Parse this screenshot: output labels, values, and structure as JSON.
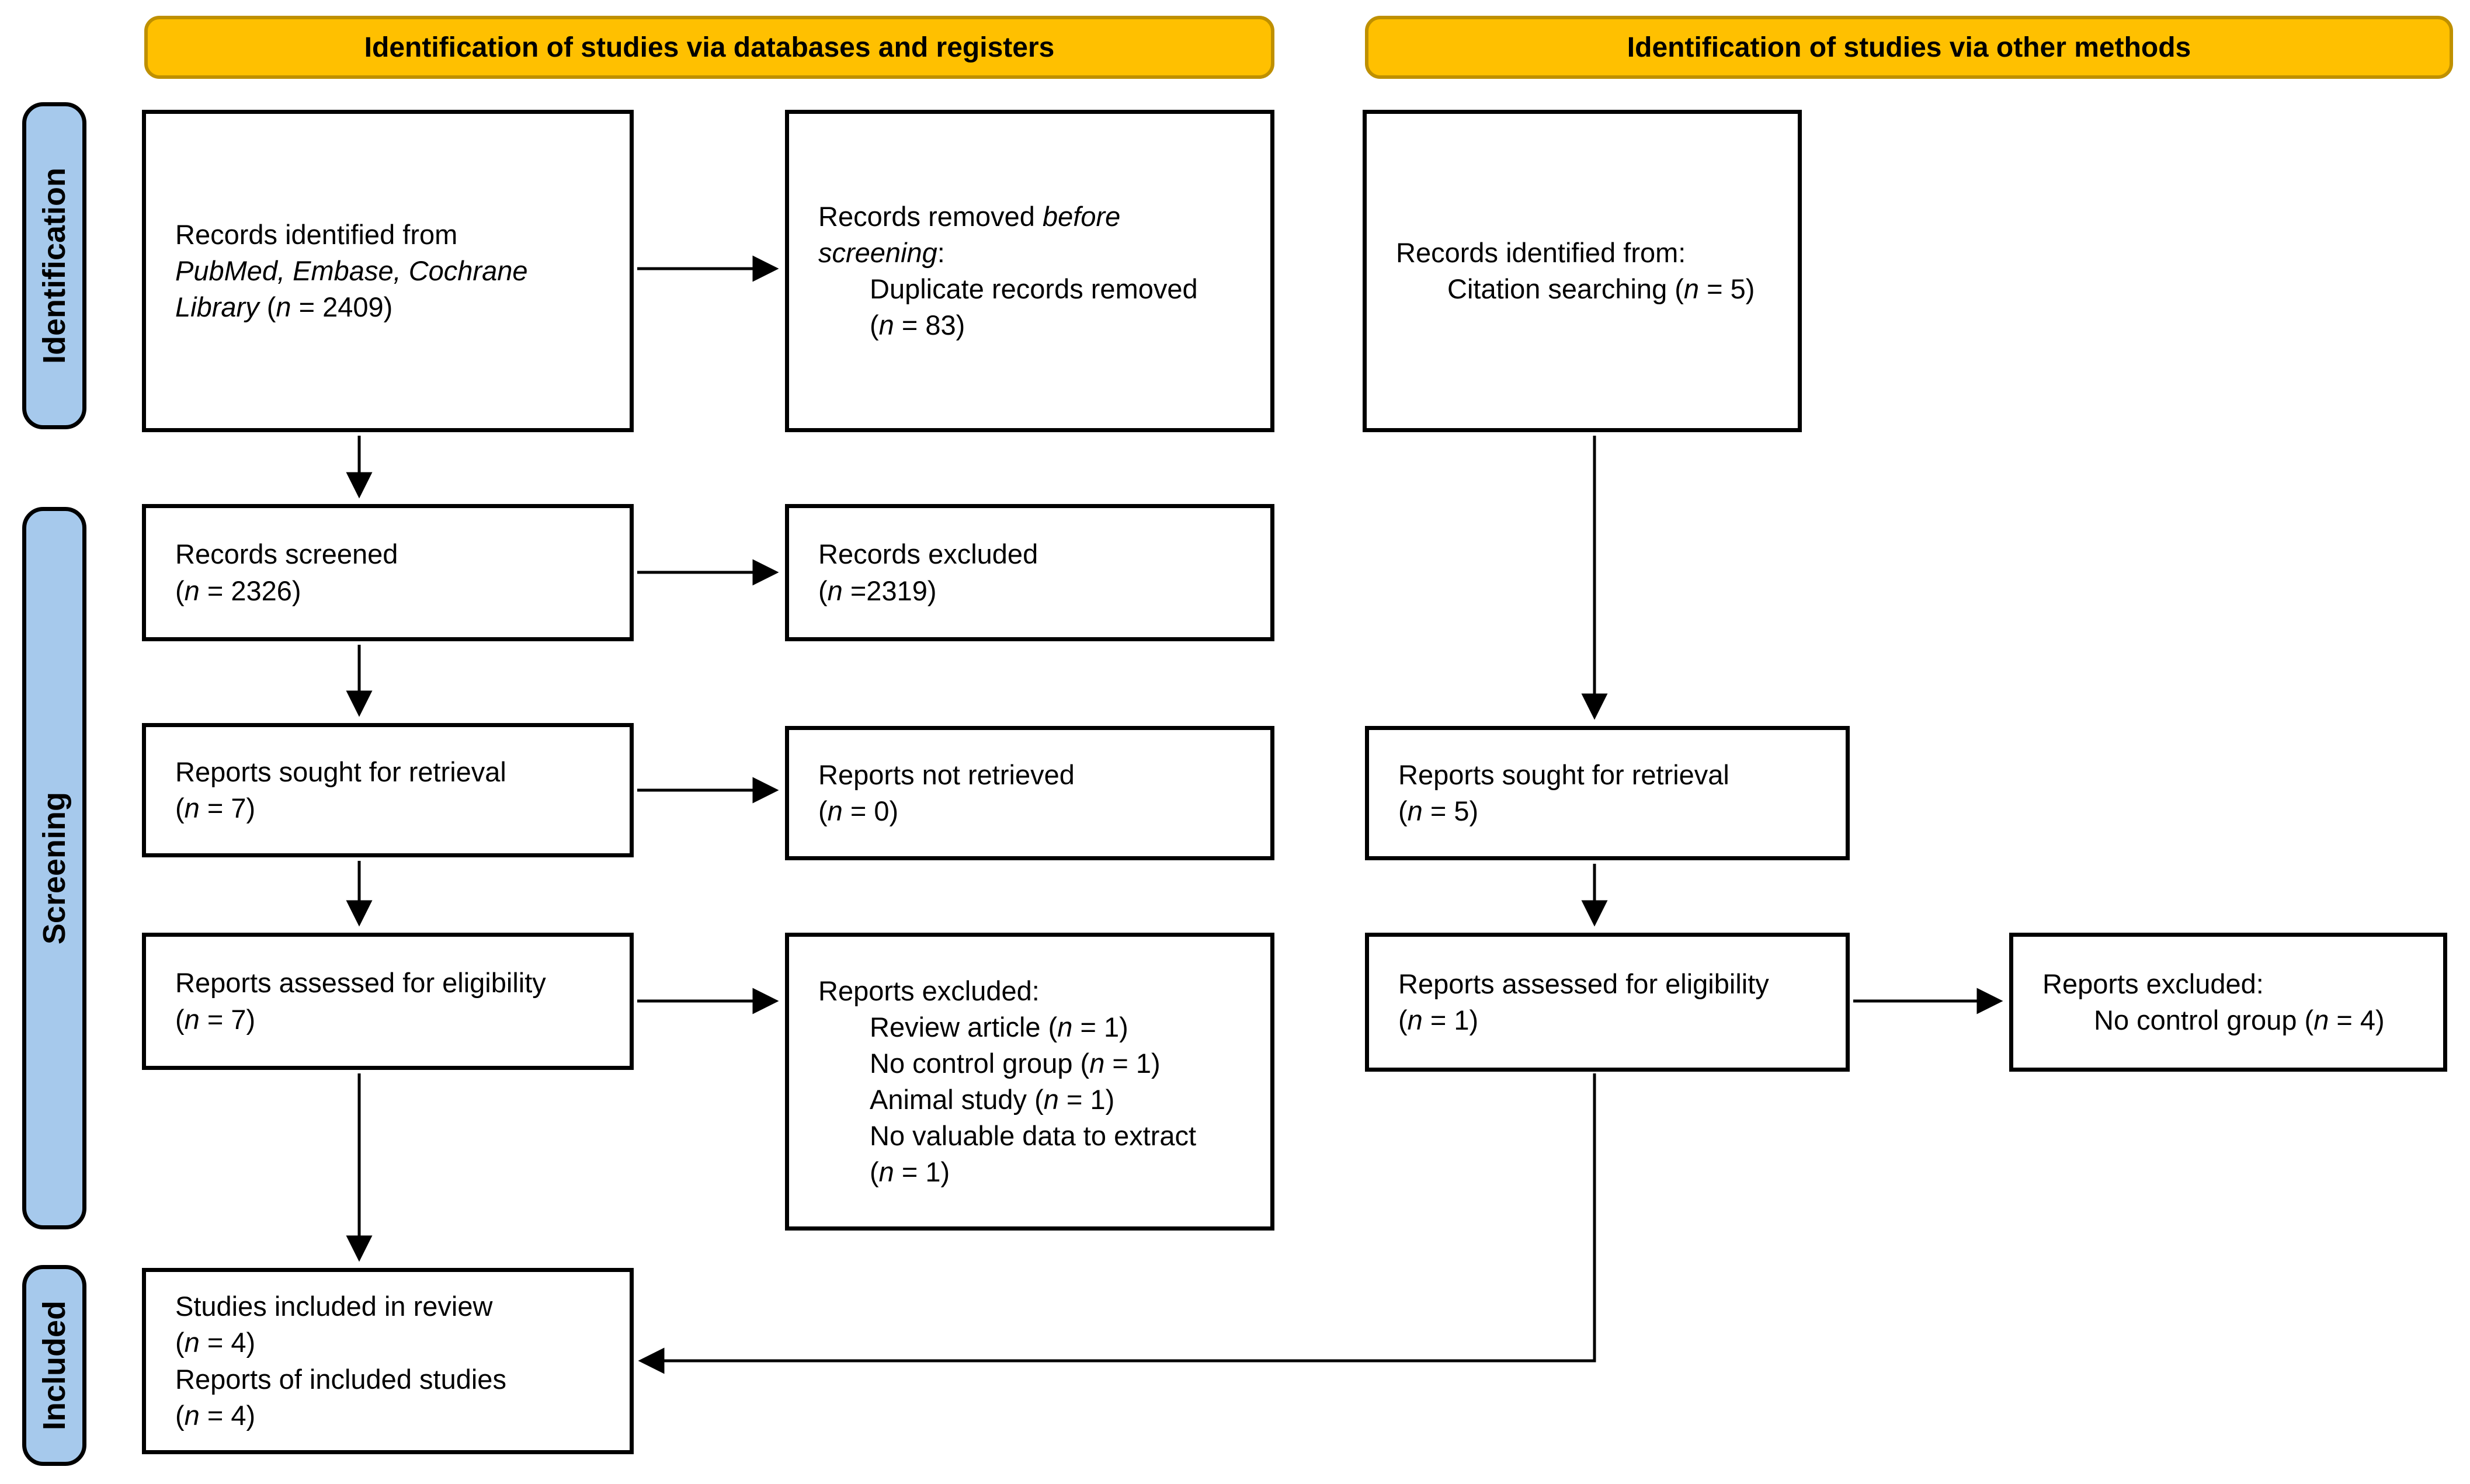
{
  "colors": {
    "banner_fill": "#FFC000",
    "banner_border": "#BF9000",
    "stage_fill": "#A6C9EC",
    "stage_border": "#000000",
    "box_border": "#000000",
    "arrow_color": "#000000",
    "bg": "#FFFFFF",
    "text": "#000000"
  },
  "banners": {
    "left": "Identification of studies via databases and registers",
    "right": "Identification of studies via other methods"
  },
  "stages": {
    "identification": "Identification",
    "screening": "Screening",
    "included": "Included"
  },
  "boxes": {
    "records_identified_databases": {
      "lines": [
        {
          "t": "Records identified from",
          "ind": 0
        },
        {
          "t": "*PubMed, Embase, Cochrane*",
          "ind": 0
        },
        {
          "t": "*Library* (*n* = 2409)",
          "ind": 0
        }
      ]
    },
    "records_removed": {
      "lines": [
        {
          "t": "Records removed *before*",
          "ind": 0
        },
        {
          "t": "*screening*:",
          "ind": 0
        },
        {
          "t": "Duplicate records removed",
          "ind": 1
        },
        {
          "t": "(*n* = 83)",
          "ind": 1
        }
      ]
    },
    "records_identified_other": {
      "lines": [
        {
          "t": "Records identified from:",
          "ind": 0
        },
        {
          "t": "Citation searching (*n* = 5)",
          "ind": 1
        }
      ]
    },
    "records_screened": {
      "lines": [
        {
          "t": "Records screened",
          "ind": 0
        },
        {
          "t": "(*n* = 2326)",
          "ind": 0
        }
      ]
    },
    "records_excluded": {
      "lines": [
        {
          "t": "Records excluded",
          "ind": 0
        },
        {
          "t": "(*n* =2319)",
          "ind": 0
        }
      ]
    },
    "reports_sought_databases": {
      "lines": [
        {
          "t": "Reports sought for retrieval",
          "ind": 0
        },
        {
          "t": "(*n* = 7)",
          "ind": 0
        }
      ]
    },
    "reports_not_retrieved": {
      "lines": [
        {
          "t": "Reports not retrieved",
          "ind": 0
        },
        {
          "t": "(*n* = 0)",
          "ind": 0
        }
      ]
    },
    "reports_assessed_databases": {
      "lines": [
        {
          "t": "Reports assessed for eligibility",
          "ind": 0
        },
        {
          "t": "(*n* = 7)",
          "ind": 0
        }
      ]
    },
    "reports_excluded_databases": {
      "lines": [
        {
          "t": "Reports excluded:",
          "ind": 0
        },
        {
          "t": "Review article (*n* = 1)",
          "ind": 1
        },
        {
          "t": "No control group (*n* = 1)",
          "ind": 1
        },
        {
          "t": "Animal study (*n* = 1)",
          "ind": 1
        },
        {
          "t": "No valuable data to extract",
          "ind": 1
        },
        {
          "t": "(*n* = 1)",
          "ind": 1
        }
      ]
    },
    "reports_sought_other": {
      "lines": [
        {
          "t": "Reports sought for retrieval",
          "ind": 0
        },
        {
          "t": "(*n* = 5)",
          "ind": 0
        }
      ]
    },
    "reports_assessed_other": {
      "lines": [
        {
          "t": "Reports assessed for eligibility",
          "ind": 0
        },
        {
          "t": "(*n* = 1)",
          "ind": 0
        }
      ]
    },
    "reports_excluded_other": {
      "lines": [
        {
          "t": "Reports excluded:",
          "ind": 0
        },
        {
          "t": "No control group (*n* = 4)",
          "ind": 1
        }
      ]
    },
    "studies_included": {
      "lines": [
        {
          "t": "Studies included in review",
          "ind": 0
        },
        {
          "t": "(*n* = 4)",
          "ind": 0
        },
        {
          "t": "Reports of included studies",
          "ind": 0
        },
        {
          "t": "(*n* = 4)",
          "ind": 0
        }
      ]
    }
  }
}
